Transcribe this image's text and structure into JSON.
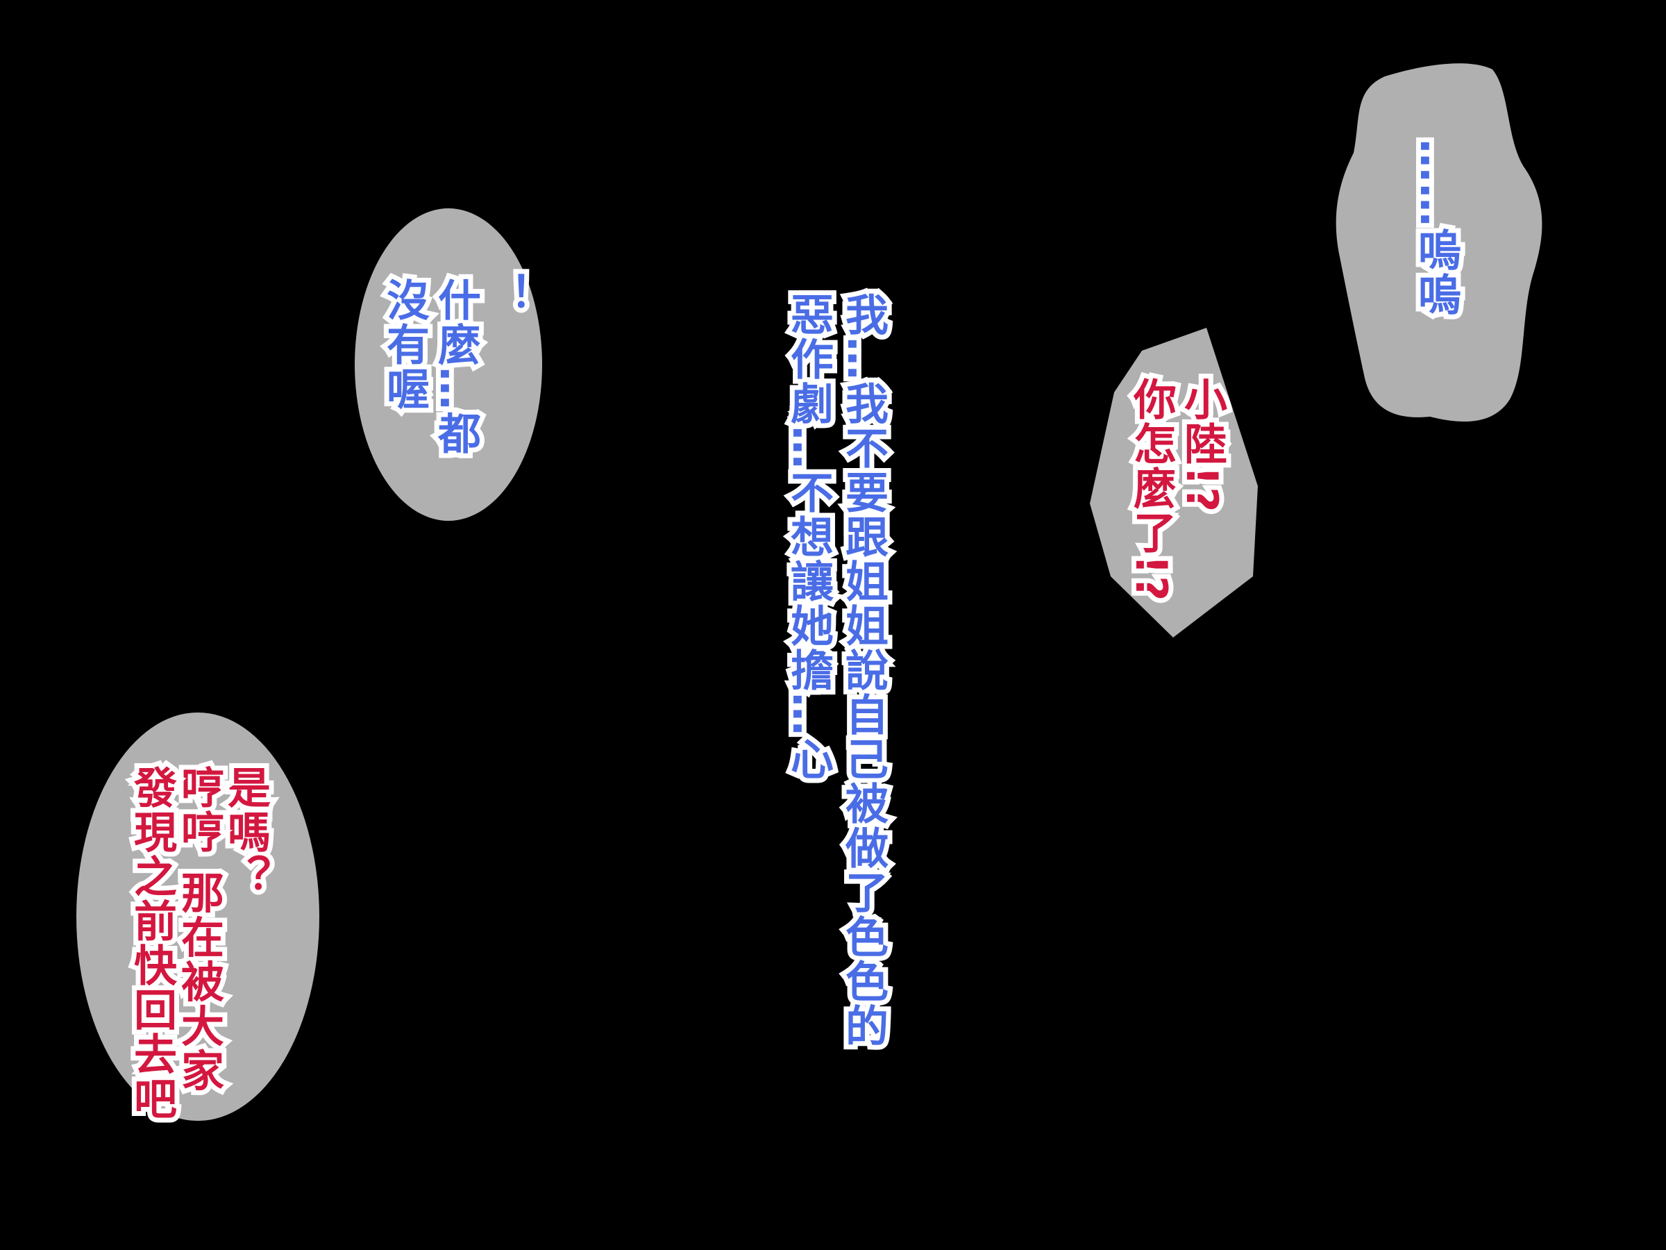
{
  "colors": {
    "background": "#000000",
    "bubble": "#b0b0b0",
    "outline": "#ffffff",
    "blue_text": "#4a6de6",
    "red_text": "#d3173f"
  },
  "bubble_top_left": {
    "lines": [
      "！",
      "什麼…都",
      "沒有喔"
    ]
  },
  "center_monologue": {
    "lines": [
      "我…我不要跟姐姐說自己被做了色色的",
      "惡作劇…不想讓她擔…心"
    ]
  },
  "bubble_bottom_left": {
    "lines": [
      "是嗎？",
      "哼哼 那在被大家",
      "發現之前快回去吧"
    ]
  },
  "bubble_middle_right": {
    "lines": [
      "小陸!?",
      "你怎麼了!?"
    ]
  },
  "bubble_top_right": {
    "lines": [
      "……嗚嗚"
    ]
  }
}
